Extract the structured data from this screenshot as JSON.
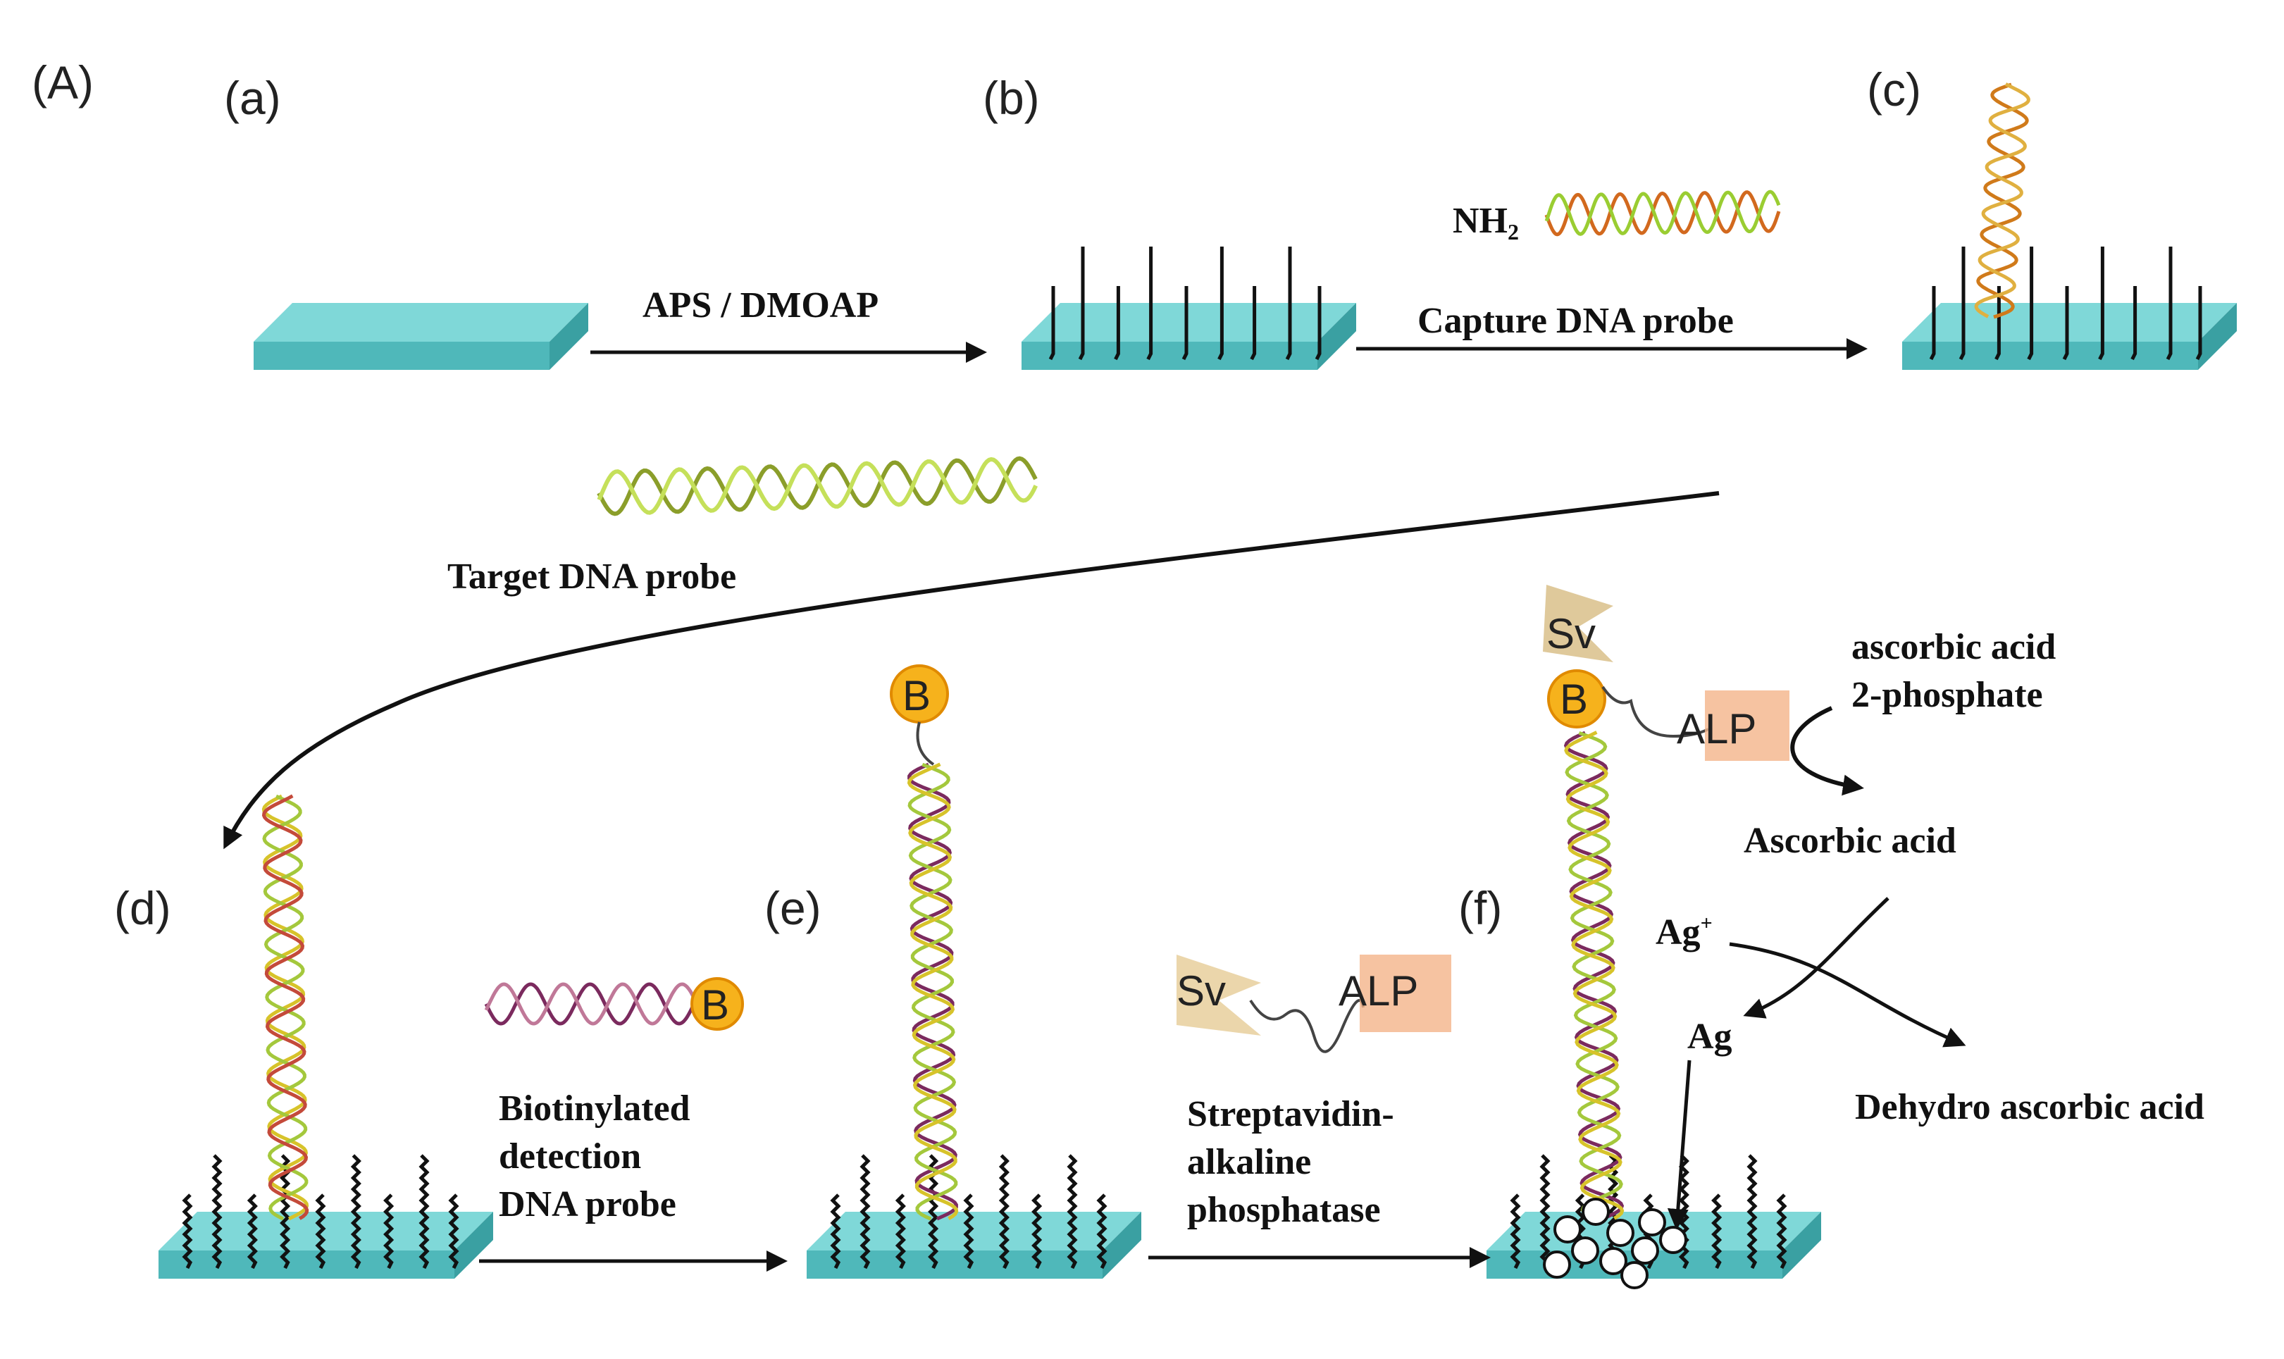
{
  "figure": {
    "panel_label": "(A)",
    "steps": {
      "a": "(a)",
      "b": "(b)",
      "c": "(c)",
      "d": "(d)",
      "e": "(e)",
      "f": "(f)"
    },
    "labels": {
      "aps": "APS / DMOAP",
      "nh2": "NH",
      "nh2_sub": "2",
      "capture": "Capture DNA probe",
      "target": "Target DNA probe",
      "biotin_1": "Biotinylated",
      "biotin_2": "detection",
      "biotin_3": "DNA probe",
      "strep_1": "Streptavidin-",
      "strep_2": "alkaline",
      "strep_3": "phosphatase",
      "aa2p_1": "ascorbic acid",
      "aa2p_2": "2-phosphate",
      "ascorbic": "Ascorbic acid",
      "ag_plus": "Ag",
      "ag_plus_sup": "+",
      "ag": "Ag",
      "dehydro": "Dehydro ascorbic acid"
    },
    "tags": {
      "biotin": "B",
      "streptavidin": "Sv",
      "alp": "ALP"
    },
    "colors": {
      "slide_top": "#7fd8d8",
      "slide_side": "#4fb8ba",
      "biotin_fill": "#f6b21c",
      "alp_fill": "#f4b48a",
      "sv_fill": "#d9bf8a"
    }
  }
}
